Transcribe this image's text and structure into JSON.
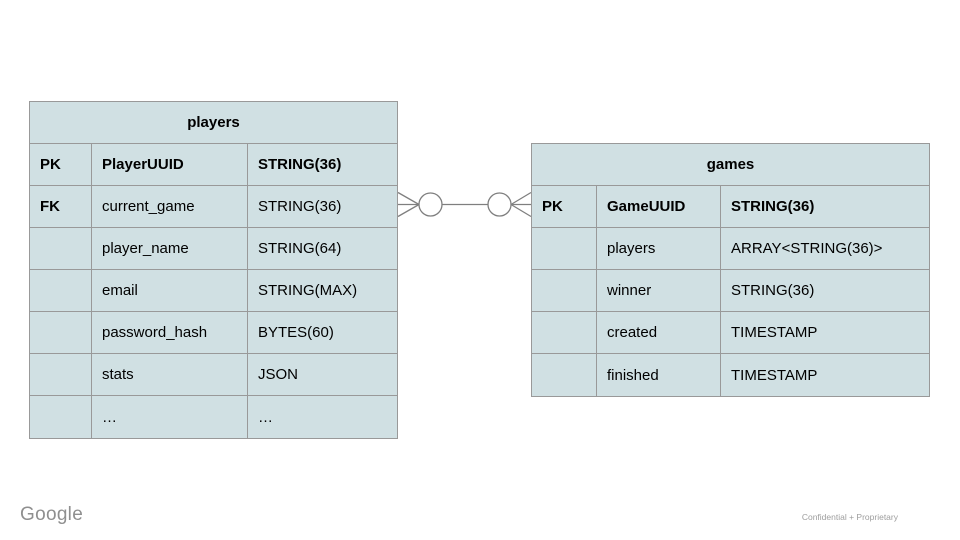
{
  "slide": {
    "footer": {
      "brand": "Google",
      "note": "Confidential + Proprietary"
    }
  },
  "diagram": {
    "entities": [
      {
        "id": "players",
        "name": "players",
        "rows": [
          {
            "key": "PK",
            "field": "PlayerUUID",
            "type": "STRING(36)",
            "bold": [
              "key",
              "field",
              "type"
            ]
          },
          {
            "key": "FK",
            "field": "current_game",
            "type": "STRING(36)",
            "bold": [
              "key"
            ]
          },
          {
            "key": "",
            "field": "player_name",
            "type": "STRING(64)",
            "bold": []
          },
          {
            "key": "",
            "field": "email",
            "type": "STRING(MAX)",
            "bold": []
          },
          {
            "key": "",
            "field": "password_hash",
            "type": "BYTES(60)",
            "bold": []
          },
          {
            "key": "",
            "field": "stats",
            "type": "JSON",
            "bold": []
          },
          {
            "key": "",
            "field": "…",
            "type": "…",
            "bold": []
          }
        ]
      },
      {
        "id": "games",
        "name": "games",
        "rows": [
          {
            "key": "PK",
            "field": "GameUUID",
            "type": "STRING(36)",
            "bold": [
              "key",
              "field",
              "type"
            ]
          },
          {
            "key": "",
            "field": "players",
            "type": "ARRAY<STRING(36)>",
            "bold": []
          },
          {
            "key": "",
            "field": "winner",
            "type": "STRING(36)",
            "bold": []
          },
          {
            "key": "",
            "field": "created",
            "type": "TIMESTAMP",
            "bold": []
          },
          {
            "key": "",
            "field": "finished",
            "type": "TIMESTAMP",
            "bold": []
          }
        ]
      }
    ],
    "relationship": {
      "from_entity": "players",
      "from_row": "current_game",
      "to_entity": "games",
      "to_row": "GameUUID",
      "notation": "crow-foot many-optional to many-optional"
    },
    "colors": {
      "cell_fill": "#d0e0e3",
      "border": "#999999",
      "text": "#000000",
      "connector": "#7f7f7f",
      "footer_gray": "#8f8f8f"
    }
  }
}
